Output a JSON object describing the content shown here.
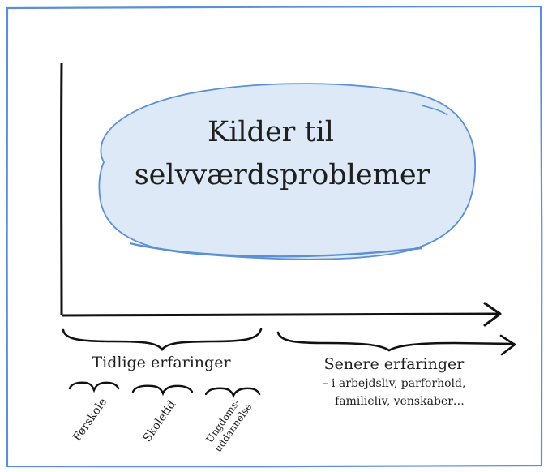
{
  "diagram": {
    "title_lines": [
      "Kilder til",
      "selvværdsproblemer"
    ],
    "early": {
      "label": "Tidlige erfaringer",
      "stages": [
        "Førskole",
        "Skoletid",
        "Ungdoms-",
        "uddannelse"
      ]
    },
    "late": {
      "label": "Senere erfaringer",
      "detail_lines": [
        "– i arbejdsliv, parforhold,",
        "familieliv, venskaber…"
      ]
    }
  },
  "colors": {
    "frame": "#5b8fd6",
    "blob_stroke": "#5b8fd6",
    "blob_fill": "#dde9f6",
    "ink": "#111111"
  }
}
